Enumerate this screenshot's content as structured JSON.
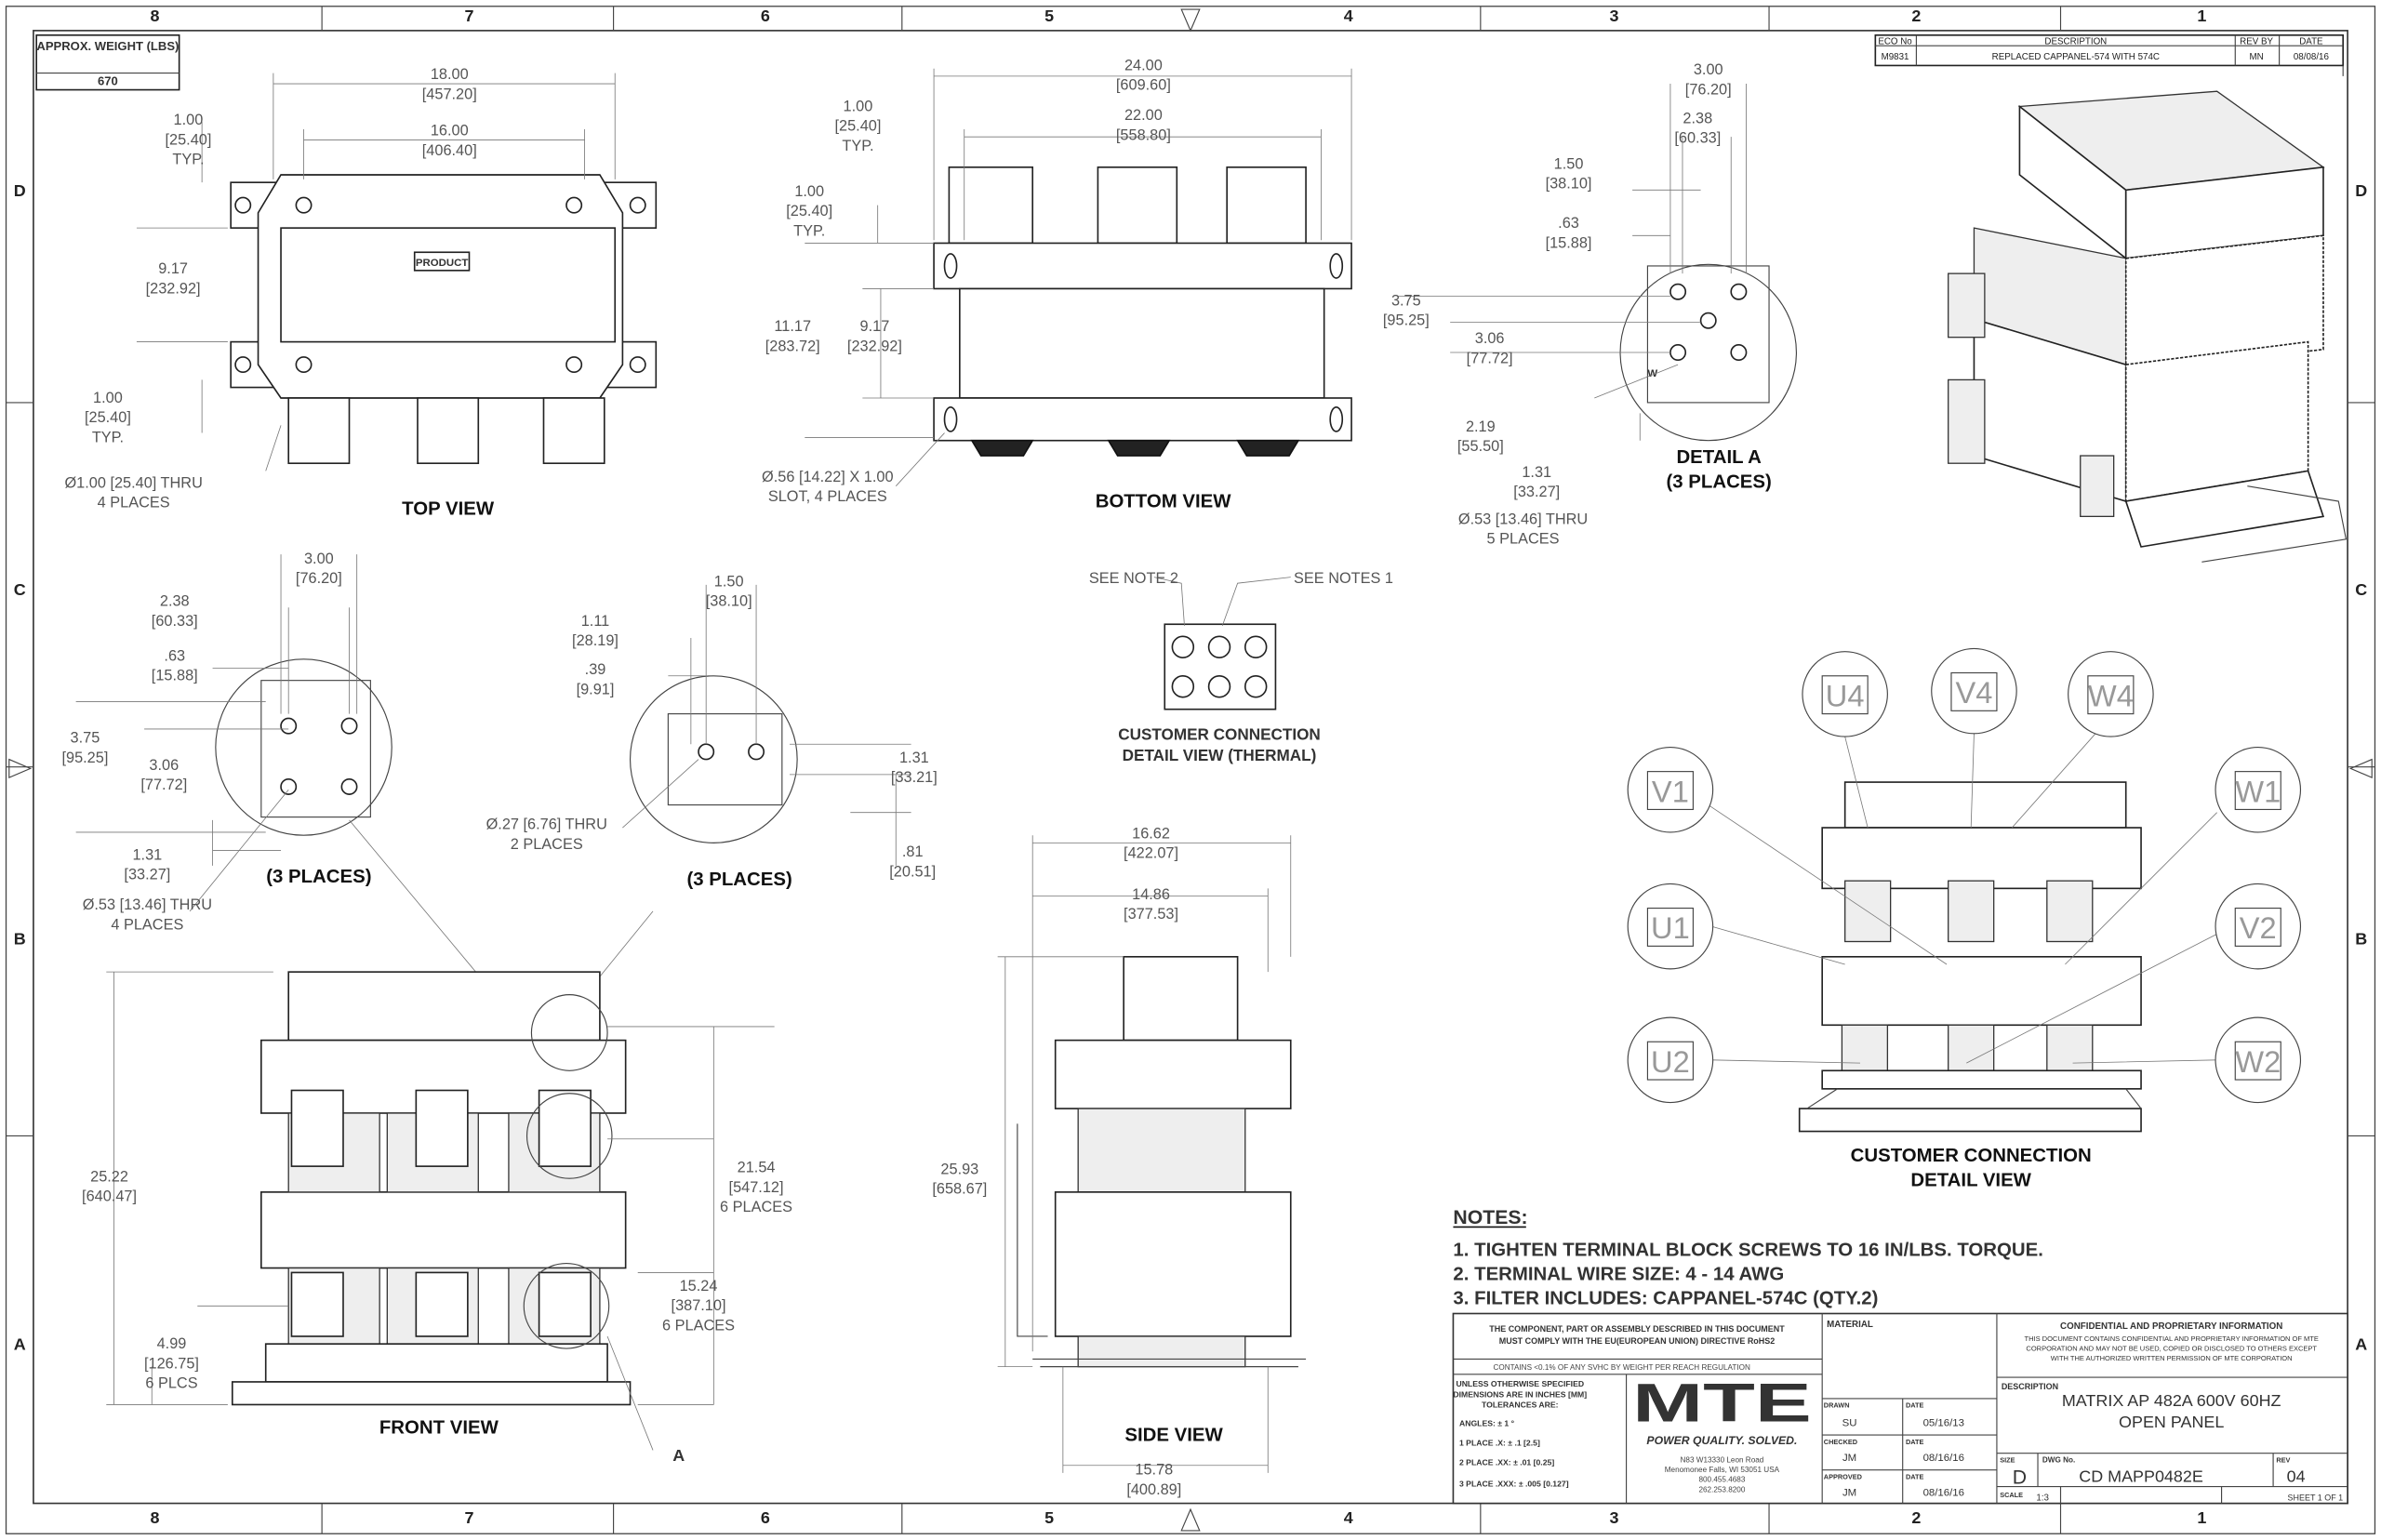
{
  "zones": {
    "cols": [
      "8",
      "7",
      "6",
      "5",
      "4",
      "3",
      "2",
      "1"
    ],
    "rows": [
      "D",
      "C",
      "B",
      "A"
    ]
  },
  "weight": {
    "label": "APPROX. WEIGHT (LBS)",
    "value": "670"
  },
  "revision": {
    "headers": [
      "ECO No",
      "DESCRIPTION",
      "REV BY",
      "DATE"
    ],
    "row": [
      "M9831",
      "REPLACED CAPPANEL-574 WITH 574C",
      "MN",
      "08/08/16"
    ]
  },
  "top_view": {
    "title": "TOP VIEW",
    "product": "PRODUCT",
    "dims": [
      "18.00",
      "[457.20]",
      "16.00",
      "[406.40]",
      "1.00",
      "[25.40]",
      "TYP.",
      "9.17",
      "[232.92]",
      "1.00",
      "[25.40]",
      "TYP.",
      "Ø1.00 [25.40] THRU",
      "4 PLACES"
    ]
  },
  "bottom_view": {
    "title": "BOTTOM VIEW",
    "dims": [
      "24.00",
      "[609.60]",
      "22.00",
      "[558.80]",
      "1.00",
      "[25.40]",
      "TYP.",
      "1.00",
      "[25.40]",
      "TYP.",
      "11.17",
      "[283.72]",
      "9.17",
      "[232.92]",
      "Ø.56 [14.22] X 1.00",
      "SLOT, 4 PLACES"
    ]
  },
  "detail_a": {
    "title": "DETAIL A",
    "sub": "(3 PLACES)",
    "dims": [
      "3.00",
      "[76.20]",
      "2.38",
      "[60.33]",
      "1.50",
      "[38.10]",
      ".63",
      "[15.88]",
      "3.75",
      "[95.25]",
      "3.06",
      "[77.72]",
      "2.19",
      "[55.50]",
      "1.31",
      "[33.27]",
      "Ø.53 [13.46] THRU",
      "5 PLACES"
    ],
    "mark": "W"
  },
  "detail_left": {
    "sub": "(3 PLACES)",
    "dims": [
      "3.00",
      "[76.20]",
      "2.38",
      "[60.33]",
      ".63",
      "[15.88]",
      "3.75",
      "[95.25]",
      "3.06",
      "[77.72]",
      "1.31",
      "[33.27]",
      "Ø.53 [13.46] THRU",
      "4 PLACES"
    ]
  },
  "detail_mid": {
    "sub": "(3 PLACES)",
    "dims": [
      "1.50",
      "[38.10]",
      "1.11",
      "[28.19]",
      ".39",
      "[9.91]",
      "1.31",
      "[33.21]",
      ".81",
      "[20.51]",
      "Ø.27 [6.76] THRU",
      "2 PLACES"
    ]
  },
  "thermal": {
    "note2": "SEE NOTE 2",
    "note1": "SEE NOTES 1",
    "title1": "CUSTOMER CONNECTION",
    "title2": "DETAIL VIEW (THERMAL)"
  },
  "front_view": {
    "title": "FRONT VIEW",
    "callout": "A",
    "dims": [
      "25.22",
      "[640.47]",
      "21.54",
      "[547.12]",
      "6 PLACES",
      "15.24",
      "[387.10]",
      "6 PLACES",
      "4.99",
      "[126.75]",
      "6 PLCS"
    ]
  },
  "side_view": {
    "title": "SIDE VIEW",
    "dims": [
      "16.62",
      "[422.07]",
      "14.86",
      "[377.53]",
      "25.93",
      "[658.67]",
      "15.78",
      "[400.89]"
    ]
  },
  "customer_connection": {
    "title1": "CUSTOMER CONNECTION",
    "title2": "DETAIL VIEW",
    "terminals": [
      "U4",
      "V4",
      "W4",
      "V1",
      "W1",
      "U1",
      "V2",
      "U2",
      "W2"
    ]
  },
  "notes": {
    "heading": "NOTES:",
    "items": [
      "1.  TIGHTEN TERMINAL BLOCK SCREWS TO 16 IN/LBS. TORQUE.",
      "2.  TERMINAL WIRE SIZE: 4 - 14 AWG",
      "3.  FILTER INCLUDES: CAPPANEL-574C (QTY.2)"
    ]
  },
  "title_block": {
    "rohs1": "THE COMPONENT, PART OR ASSEMBLY DESCRIBED IN THIS DOCUMENT",
    "rohs2": "MUST COMPLY WITH THE EU(EUROPEAN UNION) DIRECTIVE RoHS2",
    "reach": "CONTAINS <0.1% OF ANY SVHC BY WEIGHT PER REACH REGULATION",
    "tol": [
      "UNLESS OTHERWISE SPECIFIED",
      "DIMENSIONS ARE IN INCHES [MM]",
      "TOLERANCES ARE:",
      "ANGLES: ± 1 °",
      "1 PLACE .X: ± .1 [2.5]",
      "2 PLACE .XX: ± .01 [0.25]",
      "3 PLACE .XXX: ± .005 [0.127]"
    ],
    "logo": "MTE",
    "tagline": "POWER QUALITY. SOLVED.",
    "address": [
      "N83 W13330 Leon Road",
      "Menomonee Falls, WI 53051 USA",
      "800.455.4683",
      "262.253.8200"
    ],
    "material_label": "MATERIAL",
    "drawn_label": "DRAWN",
    "drawn": "SU",
    "drawn_date": "05/16/13",
    "checked_label": "CHECKED",
    "checked": "JM",
    "checked_date": "08/16/16",
    "approved_label": "APPROVED",
    "approved": "JM",
    "approved_date": "08/16/16",
    "date_label": "DATE",
    "conf_title": "CONFIDENTIAL AND PROPRIETARY INFORMATION",
    "conf": [
      "THIS DOCUMENT CONTAINS CONFIDENTIAL AND PROPRIETARY INFORMATION OF MTE",
      "CORPORATION AND MAY NOT BE USED, COPIED OR DISCLOSED TO OTHERS EXCEPT",
      "WITH THE AUTHORIZED WRITTEN PERMISSION OF MTE CORPORATION"
    ],
    "description_label": "DESCRIPTION",
    "description1": "MATRIX AP 482A 600V 60HZ",
    "description2": "OPEN PANEL",
    "size_label": "SIZE",
    "size": "D",
    "dwg_label": "DWG No.",
    "dwg": "CD MAPP0482E",
    "rev_label": "REV",
    "rev": "04",
    "scale_label": "SCALE",
    "scale": "1:3",
    "sheet": "SHEET 1  OF 1"
  }
}
